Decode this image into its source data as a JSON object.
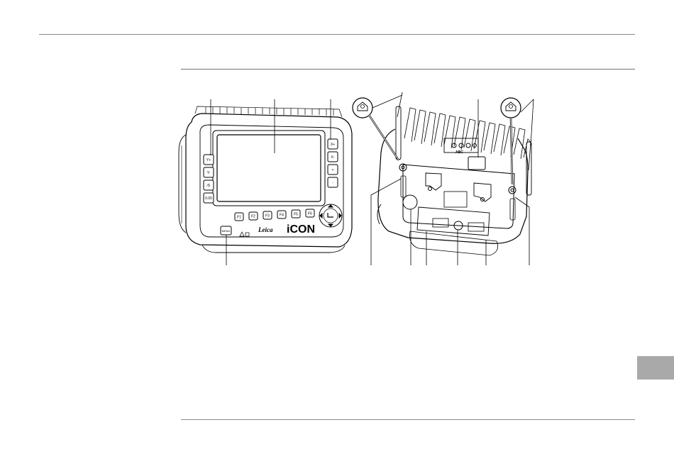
{
  "page": {
    "thumb_tab_color": "#a9a9a9",
    "rule_color": "#8a8a8a"
  },
  "figure": {
    "front_keys": {
      "left": [
        "Y+",
        "Y-",
        "⁄S",
        "0.00"
      ],
      "right": [
        "X+",
        "X-",
        "+",
        "-"
      ],
      "function": [
        "F1",
        "F2",
        "F3",
        "F4",
        "F5",
        "F6"
      ],
      "menu": "MENU"
    },
    "brand": "Leica",
    "product": "iCON",
    "rear_connector_label": "ABC"
  }
}
